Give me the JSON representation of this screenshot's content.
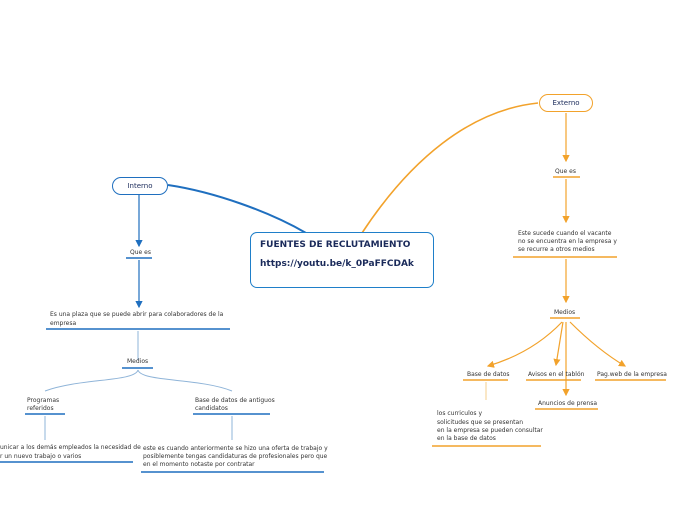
{
  "root": {
    "title": "FUENTES DE RECLUTAMIENTO",
    "link": "https://youtu.be/k_0PaFFCDAk"
  },
  "interno": {
    "label": "Interno",
    "que_es": "Que es",
    "definition": [
      "Es una plaza que se puede abrir para colaboradores de la",
      "empresa"
    ],
    "medios": "Medios",
    "programas": [
      "Programas",
      "referidos"
    ],
    "programas_desc": [
      "unicar a los demás empleados la necesidad de",
      "r un nuevo trabajo o varios"
    ],
    "base": [
      "Base de datos de antiguos",
      "candidatos"
    ],
    "base_desc": [
      "este es cuando anteriormente se hizo una oferta de trabajo y",
      "posiblemente tengas candidaturas de profesionales pero que",
      "en el momento notaste por contratar"
    ]
  },
  "externo": {
    "label": "Externo",
    "que_es": "Que es",
    "definition": [
      "Este sucede cuando el vacante",
      "no se encuentra en la empresa y",
      "se recurre a otros medios"
    ],
    "medios": "Medios",
    "base": "Base de datos",
    "base_desc": [
      "los curriculos y",
      "solicitudes que se presentan",
      "en la empresa se pueden consultar",
      "en la base de datos"
    ],
    "avisos": "Avisos en el tablón",
    "anuncios": "Anuncios de prensa",
    "pag_web": "Pag.web de la empresa"
  },
  "colors": {
    "interno": "#1f6fbf",
    "externo": "#f2a22b",
    "leaf_line": "#8fb4d8"
  }
}
